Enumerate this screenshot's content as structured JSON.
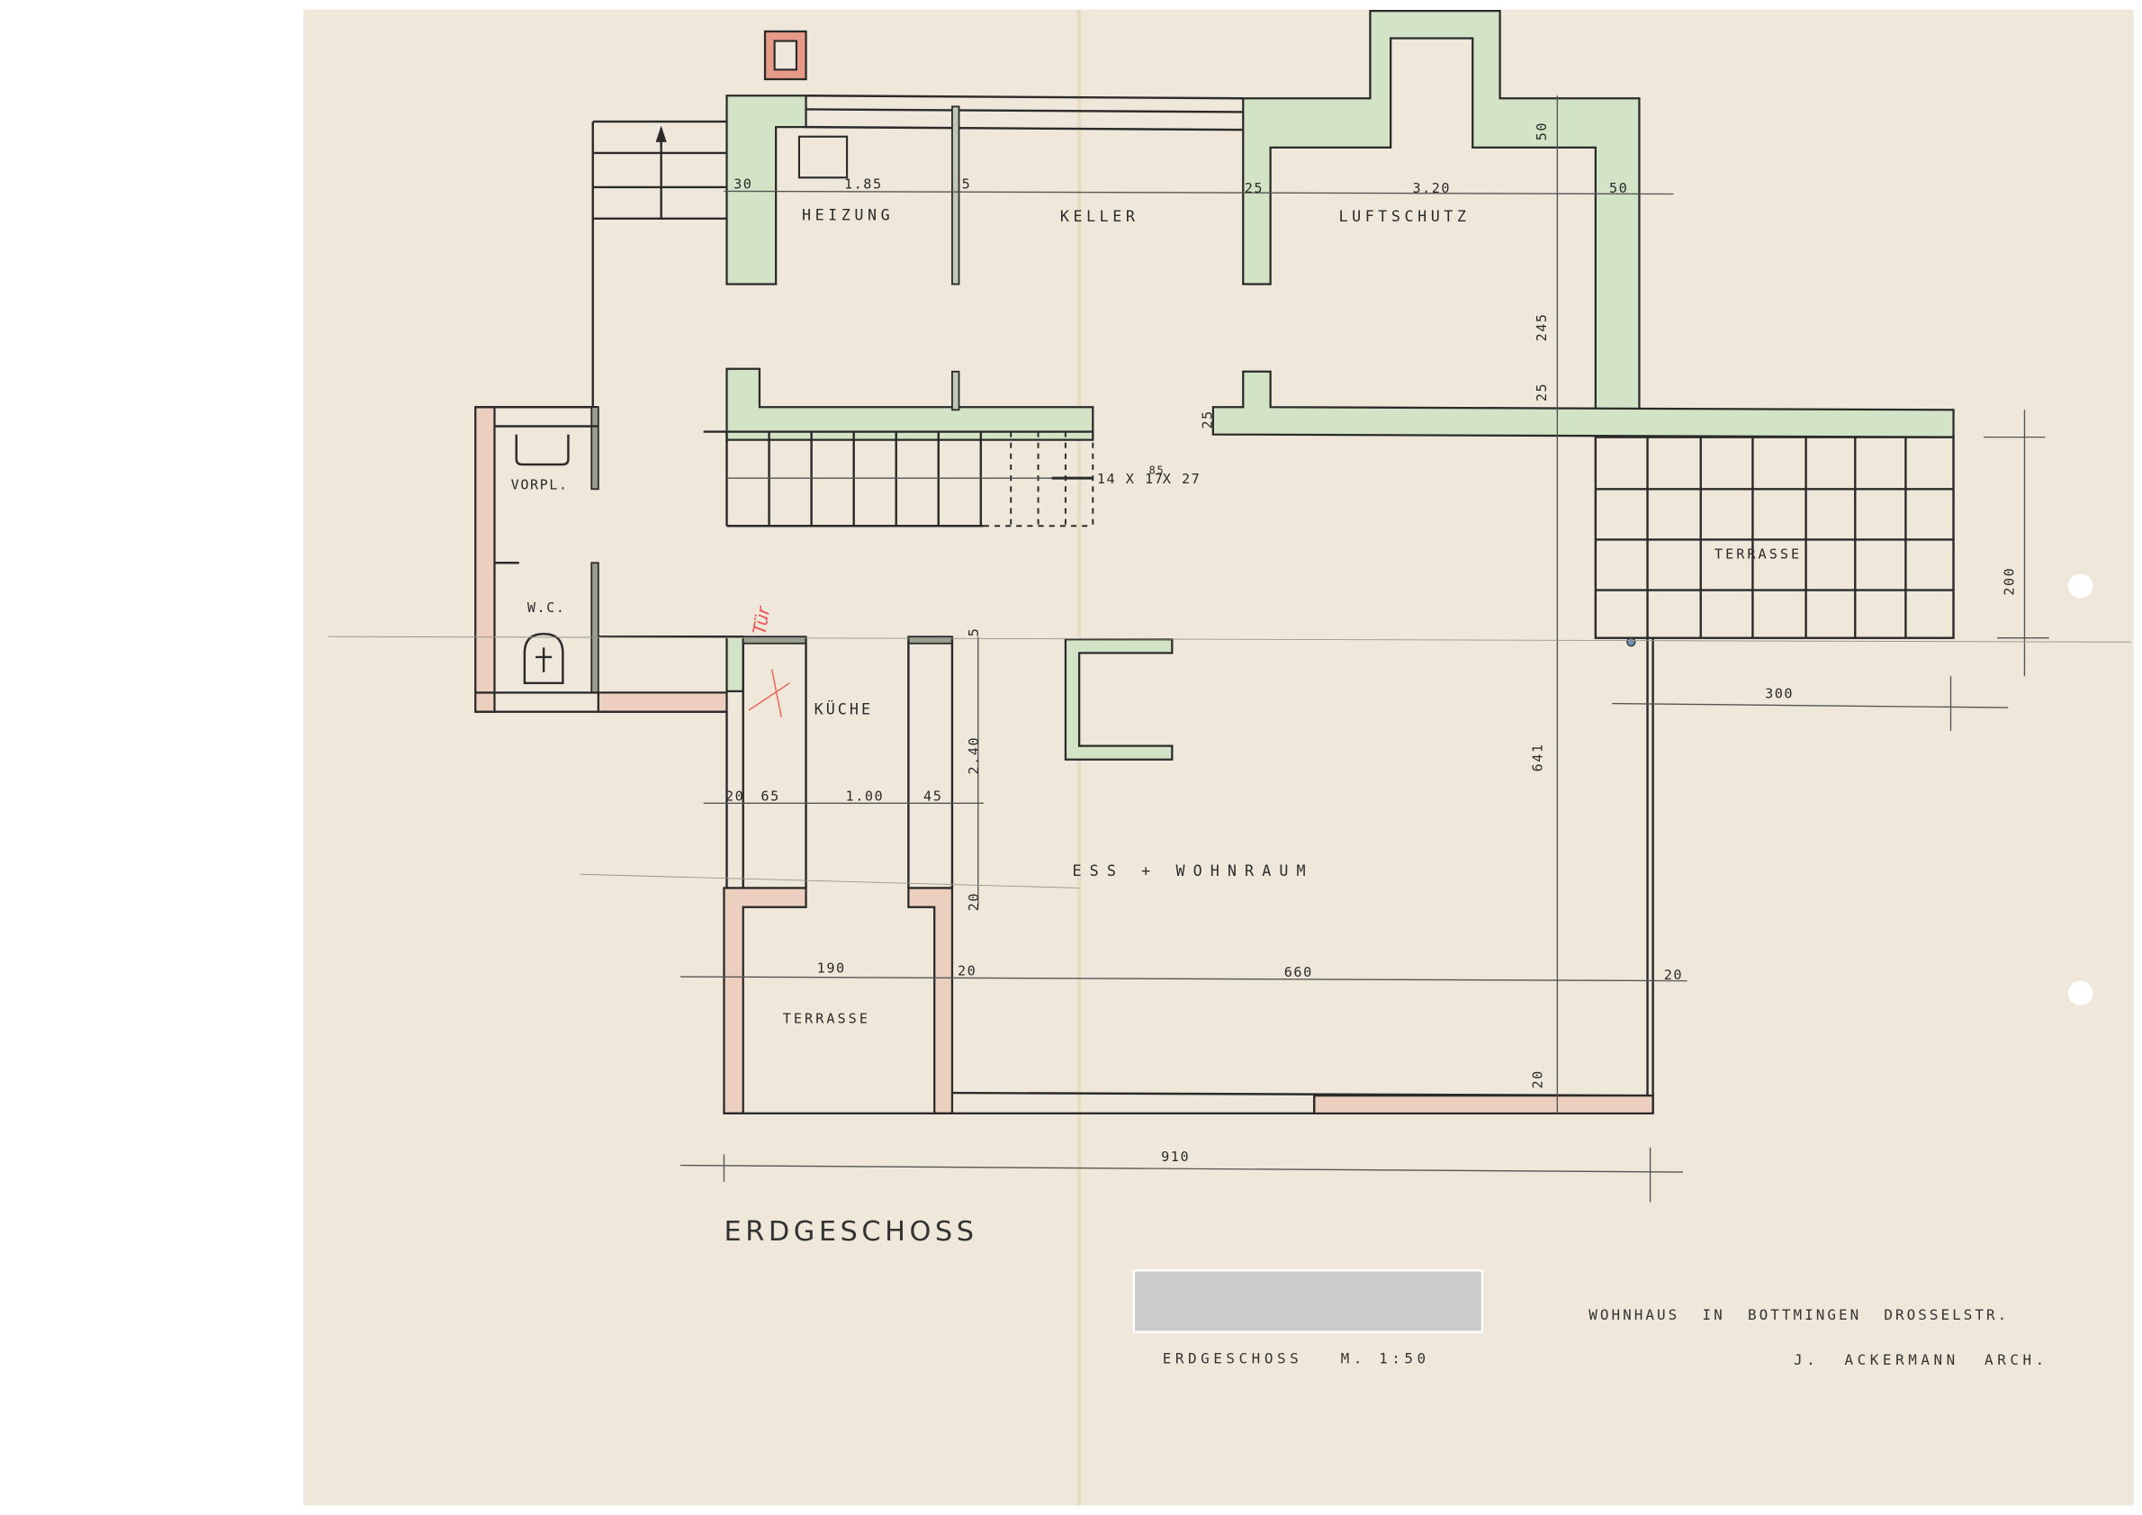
{
  "drawing": {
    "title": "ERDGESCHOSS",
    "scale_label": "ERDGESCHOSS   M. 1:50",
    "project": "WOHNHAUS  IN  BOTTMINGEN  DROSSELSTR.",
    "architect": "J.  ACKERMANN  ARCH.",
    "colors": {
      "paper": "#efe8da",
      "concrete_green": "#d3e3c5",
      "brick_pink": "#eccfbe",
      "chimney_red": "#e79a87",
      "redaction_gray": "#cbcbcb"
    }
  },
  "rooms": {
    "heizung": "HEIZUNG",
    "keller": "KELLER",
    "luftschutz": "LUFTSCHUTZ",
    "vorplatz": "VORPL.",
    "wc": "W.C.",
    "kueche": "KÜCHE",
    "wohnraum": "ESS + WOHNRAUM",
    "terrasse_south": "TERRASSE",
    "terrasse_east": "TERRASSE"
  },
  "dimensions": {
    "heizung_wall": "30",
    "heizung_width": "1.85",
    "keller_wall": "5",
    "luftschutz_wall_left": "25",
    "luftschutz_width": "3.20",
    "luftschutz_wall_right": "50",
    "luftschutz_top_wall": "50",
    "luftschutz_depth": "245",
    "luftschutz_bottom_wall": "25",
    "stair_left_wall": "25",
    "stair_formula_a": "14 X 17",
    "stair_formula_sup": "85",
    "stair_formula_b": "X 27",
    "kueche_wall": "20",
    "kueche_counter_left": "65",
    "kueche_aisle": "1.00",
    "kueche_counter_right": "45",
    "kueche_depth": "2.40",
    "kueche_top_wall": "5",
    "kueche_bottom_wall": "20",
    "terrasse_width": "190",
    "partition_wall": "20",
    "wohnraum_width": "660",
    "east_wall": "20",
    "south_wall": "20",
    "wohnraum_depth": "641",
    "total_width": "910",
    "terrasse_east_width": "300",
    "terrasse_east_depth": "200"
  },
  "annotations": {
    "red_note": "Tür"
  }
}
